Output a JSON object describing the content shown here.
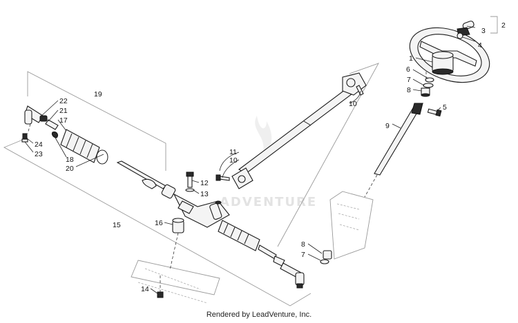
{
  "footer": {
    "credit": "Rendered by LeadVenture, Inc."
  },
  "watermark": {
    "text": "ADVENTURE"
  },
  "callouts": {
    "c1": "1",
    "c2": "2",
    "c3": "3",
    "c4": "4",
    "c5": "5",
    "c6": "6",
    "c7a": "7",
    "c7b": "7",
    "c8a": "8",
    "c8b": "8",
    "c9": "9",
    "c10a": "10",
    "c10b": "10",
    "c11": "11",
    "c12": "12",
    "c13": "13",
    "c14": "14",
    "c15": "15",
    "c16": "16",
    "c17": "17",
    "c18": "18",
    "c19": "19",
    "c20": "20",
    "c21": "21",
    "c22": "22",
    "c23": "23",
    "c24": "24"
  },
  "colors": {
    "line": "#1a1a1a",
    "background": "#ffffff",
    "watermark": "#e3e3e3"
  }
}
